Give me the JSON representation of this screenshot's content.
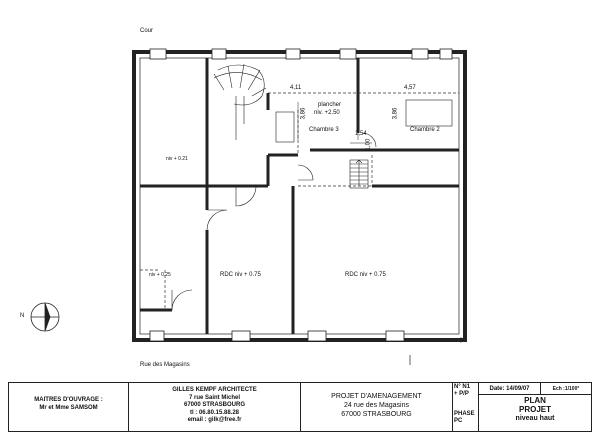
{
  "plan": {
    "court_label": "Cour",
    "street_label": "Rue des Magasins",
    "north_label": "N",
    "rooms": {
      "plancher_label": "plancher",
      "plancher_level": "niv. +2.50",
      "chambre3": "Chambre 3",
      "chambre2": "Chambre 2",
      "niv_left_top": "niv + 0.21",
      "niv_left_bottom": "niv + 0.25",
      "rdc_left": "RDC niv + 0.75",
      "rdc_right": "RDC niv + 0.75"
    },
    "dimensions": {
      "d_411": "4,11",
      "d_386a": "3,86",
      "d_386b": "3,86",
      "d_457": "4,57",
      "d_154": "1,54",
      "d_100": "1,00"
    }
  },
  "title_block": {
    "owner_title": "MAITRES D'OUVRAGE :",
    "owner_names": "Mr et Mme SAMSOM",
    "architect_name": "GILLES KEMPF ARCHITECTE",
    "architect_street": "7 rue Saint Michel",
    "architect_city": "67000 STRASBOURG",
    "architect_phone": "tl : 06.80.15.88.28",
    "architect_email": "email : gilk@free.fr",
    "project_title": "PROJET D'AMENAGEMENT",
    "project_street": "24 rue des Magasins",
    "project_city": "67000 STRASBOURG",
    "sheet_no": "N° N1",
    "sheet_suffix": "+ P/P",
    "phase_label": "PHASE",
    "phase_value": "PC",
    "date": "Date: 14/09/07",
    "scale": "Ech :1/100°",
    "plan_line1": "PLAN",
    "plan_line2": "PROJET",
    "plan_line3": "niveau haut"
  }
}
